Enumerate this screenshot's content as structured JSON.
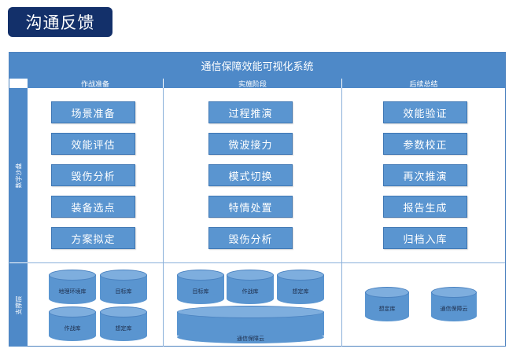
{
  "page_title": "沟通反馈",
  "diagram": {
    "title": "通信保障效能可视化系统",
    "columns": [
      {
        "header": "作战准备",
        "items": [
          "场景准备",
          "效能评估",
          "毁伤分析",
          "装备选点",
          "方案拟定"
        ]
      },
      {
        "header": "实施阶段",
        "items": [
          "过程推演",
          "微波接力",
          "模式切换",
          "特情处置",
          "毁伤分析"
        ]
      },
      {
        "header": "后续总结",
        "items": [
          "效能验证",
          "参数校正",
          "再次推演",
          "报告生成",
          "归档入库"
        ]
      }
    ],
    "row_labels": {
      "digital_sandbox": "数字沙盘",
      "support_layer": "支撑层"
    },
    "support": {
      "col1": [
        "地理环境库",
        "目标库",
        "作战库",
        "想定库"
      ],
      "col2": [
        "目标库",
        "作战库",
        "想定库",
        "通信保障云"
      ],
      "col3": [
        "想定库",
        "通信保障云"
      ]
    }
  },
  "colors": {
    "header_blue": "#4e89c8",
    "box_blue": "#5a95d0",
    "title_navy": "#13306a"
  }
}
